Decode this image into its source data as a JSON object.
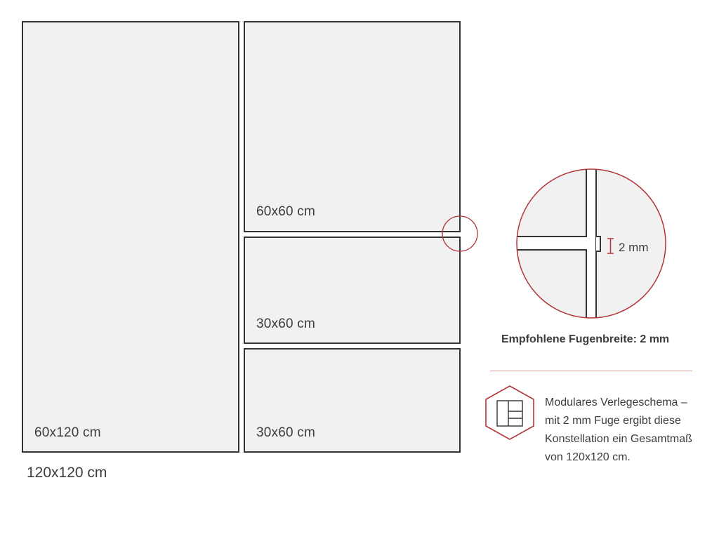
{
  "colors": {
    "tile_fill": "#f1f1f1",
    "tile_border": "#333333",
    "accent": "#b3343a",
    "text": "#3d3d3d"
  },
  "tiles": {
    "large_label": "60x120 cm",
    "square_label": "60x60 cm",
    "rect_top_label": "30x60 cm",
    "rect_bottom_label": "30x60 cm"
  },
  "total_label": "120x120 cm",
  "detail": {
    "gap_label": "2 mm",
    "caption": "Empfohlene Fugenbreite: 2 mm"
  },
  "info": {
    "icon": "layout-grid-hexagon-icon",
    "lines": [
      "Modulares Verlegeschema –",
      "mit 2 mm Fuge ergibt diese",
      "Konstellation ein Gesamtmaß",
      "von 120x120 cm."
    ]
  }
}
